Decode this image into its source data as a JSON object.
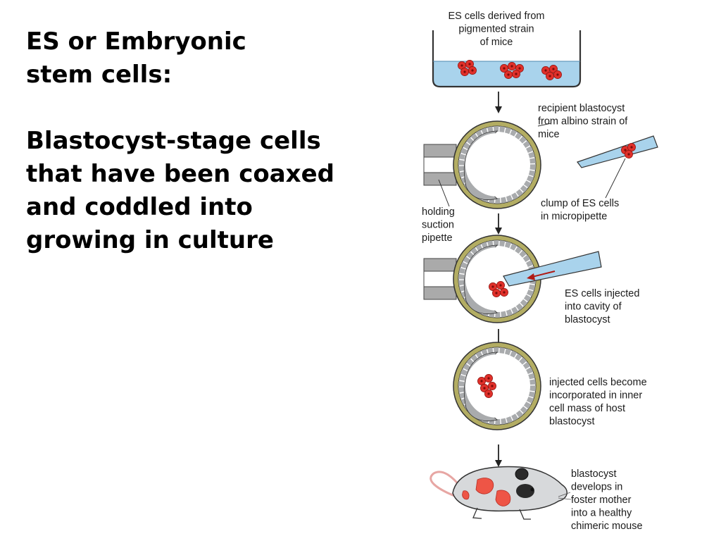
{
  "heading": {
    "line1": "ES or Embryonic",
    "line2": "stem cells:"
  },
  "description": {
    "line1": "Blastocyst-stage cells",
    "line2": "that have been coaxed",
    "line3": "and coddled into",
    "line4": "growing in culture"
  },
  "diagram": {
    "dish_label": [
      "ES cells derived from",
      "pigmented strain",
      "of mice"
    ],
    "recipient_label": [
      "recipient blastocyst",
      "from albino strain of",
      "mice"
    ],
    "clump_label": [
      "clump of ES cells",
      "in micropipette"
    ],
    "holding_label": [
      "holding",
      "suction",
      "pipette"
    ],
    "injected_label": [
      "ES cells injected",
      "into cavity of",
      "blastocyst"
    ],
    "incorporated_label": [
      "injected cells become",
      "incorporated in inner",
      "cell mass of host",
      "blastocyst"
    ],
    "mouse_label": [
      "blastocyst",
      "develops in",
      "foster mother",
      "into a healthy",
      "chimeric mouse"
    ],
    "colors": {
      "medium": "#a9d3ec",
      "es_cell": "#e0302a",
      "zona": "#b3ad63",
      "host_cell": "#a9abad",
      "chimera_patch": "#ee5546"
    }
  }
}
